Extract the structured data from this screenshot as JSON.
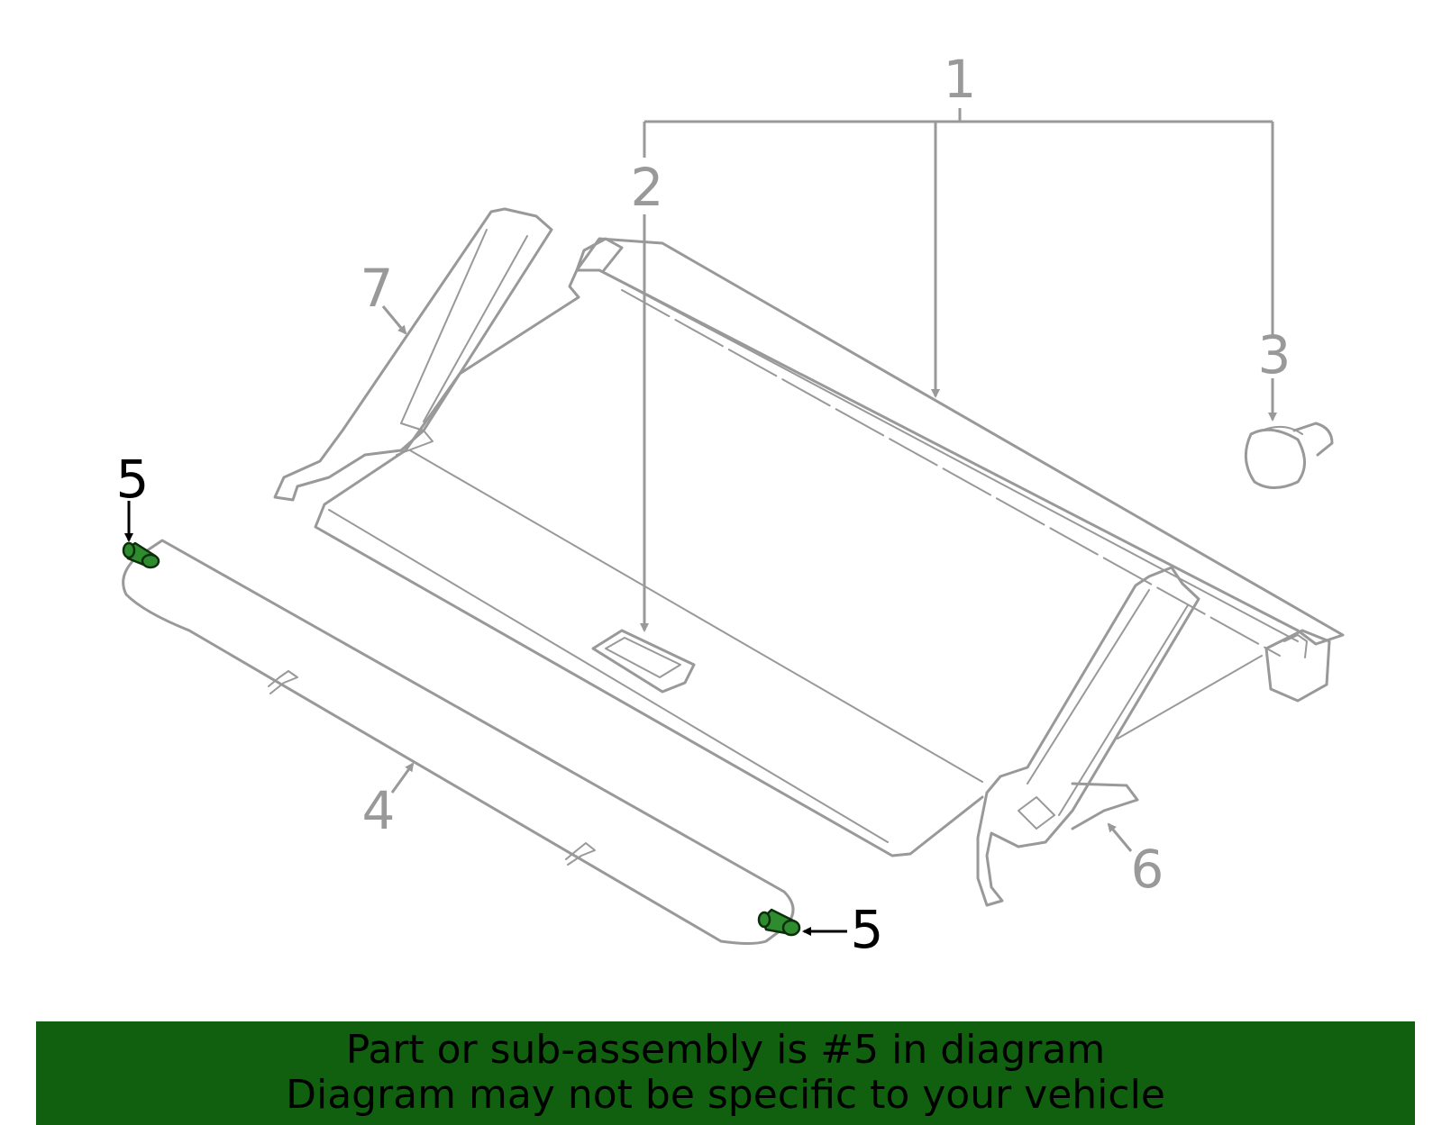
{
  "diagram": {
    "callouts": [
      {
        "id": "1",
        "label": "1"
      },
      {
        "id": "2",
        "label": "2"
      },
      {
        "id": "3",
        "label": "3"
      },
      {
        "id": "4",
        "label": "4"
      },
      {
        "id": "5a",
        "label": "5"
      },
      {
        "id": "5b",
        "label": "5"
      },
      {
        "id": "6",
        "label": "6"
      },
      {
        "id": "7",
        "label": "7"
      }
    ],
    "highlighted_part": "5",
    "colors": {
      "line": "#999999",
      "highlight_fill": "#2e8b2e",
      "highlight_label": "#000000",
      "banner_bg": "#11600f"
    }
  },
  "banner": {
    "line1": "Part or sub-assembly is #5 in diagram",
    "line2": "Diagram may not be specific to your vehicle"
  }
}
